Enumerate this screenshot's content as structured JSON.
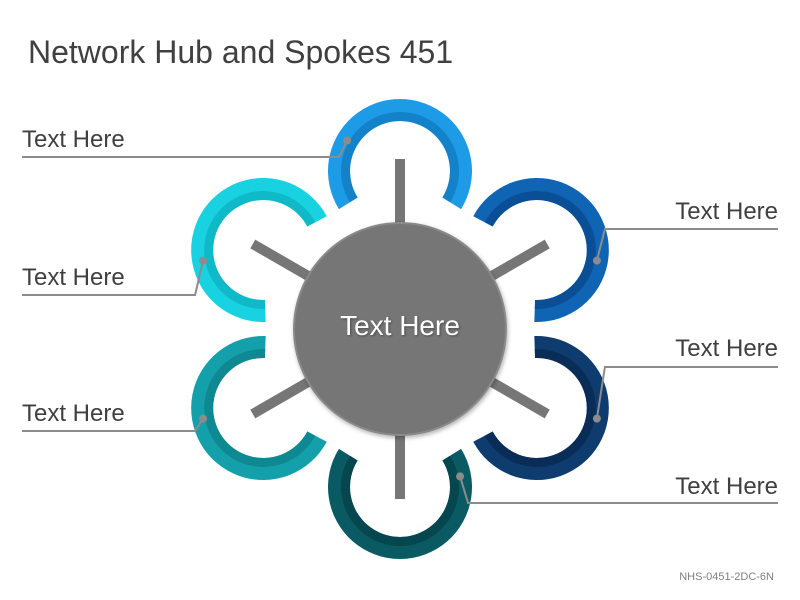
{
  "title": "Network Hub and Spokes 451",
  "hub": {
    "label": "Text Here",
    "color": "#767676"
  },
  "spokes": [
    {
      "id": "top",
      "label": "Text Here",
      "color": "#1E9BE6",
      "dark": "#1382C8"
    },
    {
      "id": "upper-right",
      "label": "Text Here",
      "color": "#0F64B4",
      "dark": "#0A4F96"
    },
    {
      "id": "lower-right",
      "label": "Text Here",
      "color": "#0F3C6E",
      "dark": "#0A2D58"
    },
    {
      "id": "bottom",
      "label": "Text Here",
      "color": "#0A5A64",
      "dark": "#06464E"
    },
    {
      "id": "lower-left",
      "label": "Text Here",
      "color": "#14A0AA",
      "dark": "#0E8891"
    },
    {
      "id": "upper-left",
      "label": "Text Here",
      "color": "#19D2E1",
      "dark": "#10B9C8"
    }
  ],
  "footer": "NHS-0451-2DC-6N"
}
